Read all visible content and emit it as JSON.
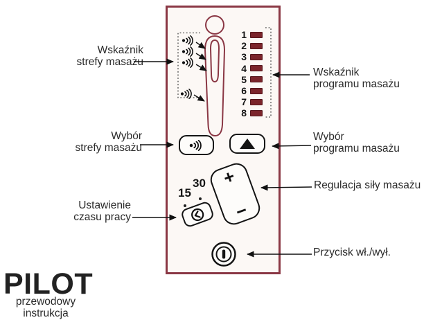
{
  "colors": {
    "remote_border": "#8a3744",
    "remote_bg": "#fcf8f5",
    "body_outline": "#8a3744",
    "led_fill": "#7b242b",
    "ink": "#1a1a1a"
  },
  "remote": {
    "program_channels": [
      "1",
      "2",
      "3",
      "4",
      "5",
      "6",
      "7",
      "8"
    ],
    "intensity": {
      "plus": "+",
      "minus": "−"
    },
    "timer_presets": {
      "t30": "30",
      "t15": "15"
    }
  },
  "annotations": {
    "zone_indicator": "Wskaźnik\nstrefy masażu",
    "program_indicator": "Wskaźnik\nprogramu masażu",
    "zone_select": "Wybór\nstrefy masażu",
    "program_select": "Wybór\nprogramu masażu",
    "intensity": "Regulacja siły masażu",
    "timer": "Ustawienie\nczasu pracy",
    "power": "Przycisk wł./wył."
  },
  "branding": {
    "title": "PILOT",
    "subtitle_line1": "przewodowy",
    "subtitle_line2": "instrukcja"
  }
}
